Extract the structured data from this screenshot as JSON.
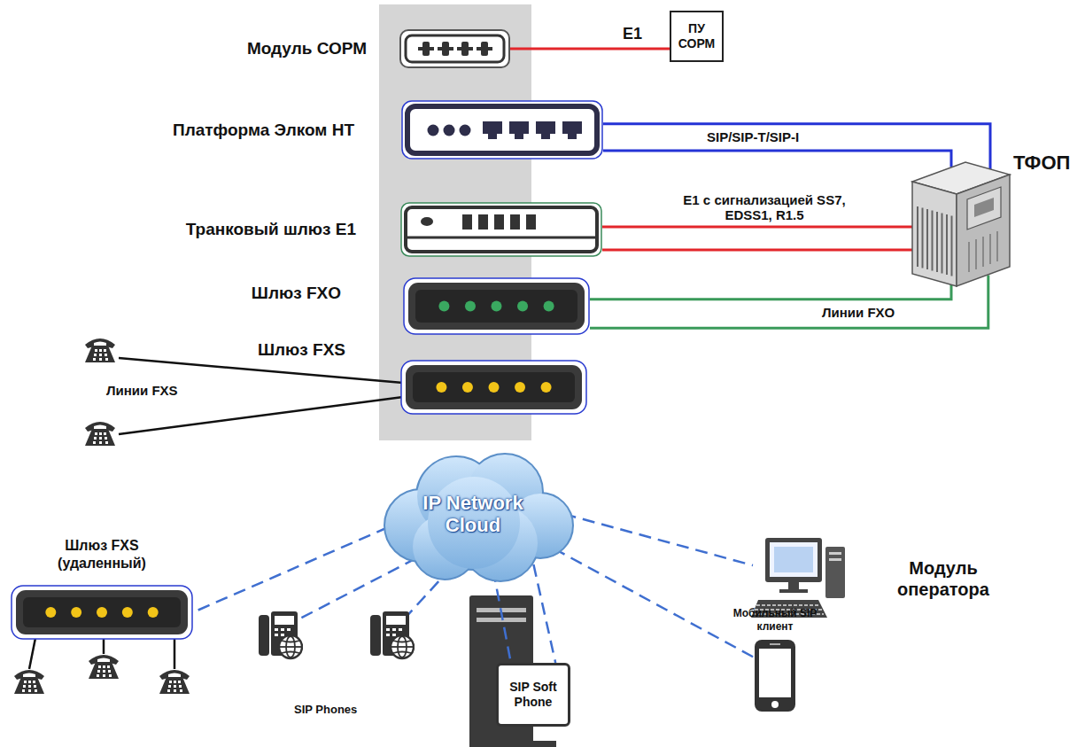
{
  "diagram": {
    "nodes": [
      {
        "text": [
          "Модуль СОРМ"
        ]
      },
      {
        "text": [
          "ПУ СОРМ"
        ]
      },
      {
        "text": [
          "Платформа Элком НТ"
        ]
      },
      {
        "text": [
          "Транковый шлюз Е1"
        ]
      },
      {
        "text": [
          "Шлюз FXO"
        ]
      },
      {
        "text": [
          "Шлюз FXS"
        ]
      },
      {
        "text": [
          "ТФОП"
        ]
      },
      {
        "text": [
          "IP Network Cloud"
        ]
      },
      {
        "text": [
          "Шлюз FXS (удаленный)"
        ]
      },
      {
        "text": [
          "Модуль оператора"
        ]
      },
      {
        "text": [
          "SIP Soft Phone"
        ]
      },
      {
        "text": [
          "Мобильный SIP клиент"
        ]
      }
    ],
    "edges": [
      {
        "from": 0,
        "to": 1,
        "arrow": "none",
        "label": "E1"
      },
      {
        "from": 2,
        "to": 6,
        "arrow": "none"
      },
      {
        "from": 2,
        "to": 6,
        "arrow": "none",
        "label": "SIP/SIP-T/SIP-I"
      },
      {
        "from": 3,
        "to": 6,
        "arrow": "none",
        "label": "E1 с сигнализацией SS7, EDSS1, R1.5"
      },
      {
        "from": 3,
        "to": 6,
        "arrow": "none"
      },
      {
        "from": 4,
        "to": 6,
        "arrow": "none"
      },
      {
        "from": 4,
        "to": 6,
        "arrow": "none",
        "label": "Линии FXO"
      },
      {
        "from": 7,
        "to": 8,
        "arrow": "none"
      },
      {
        "from": 7,
        "to": 9,
        "arrow": "none"
      },
      {
        "from": 7,
        "to": 10,
        "arrow": "none"
      },
      {
        "from": 7,
        "to": 10,
        "arrow": "none"
      },
      {
        "from": 7,
        "to": 11,
        "arrow": "none"
      }
    ],
    "labels": [
      "Линии FXS",
      "SIP Phones"
    ]
  }
}
